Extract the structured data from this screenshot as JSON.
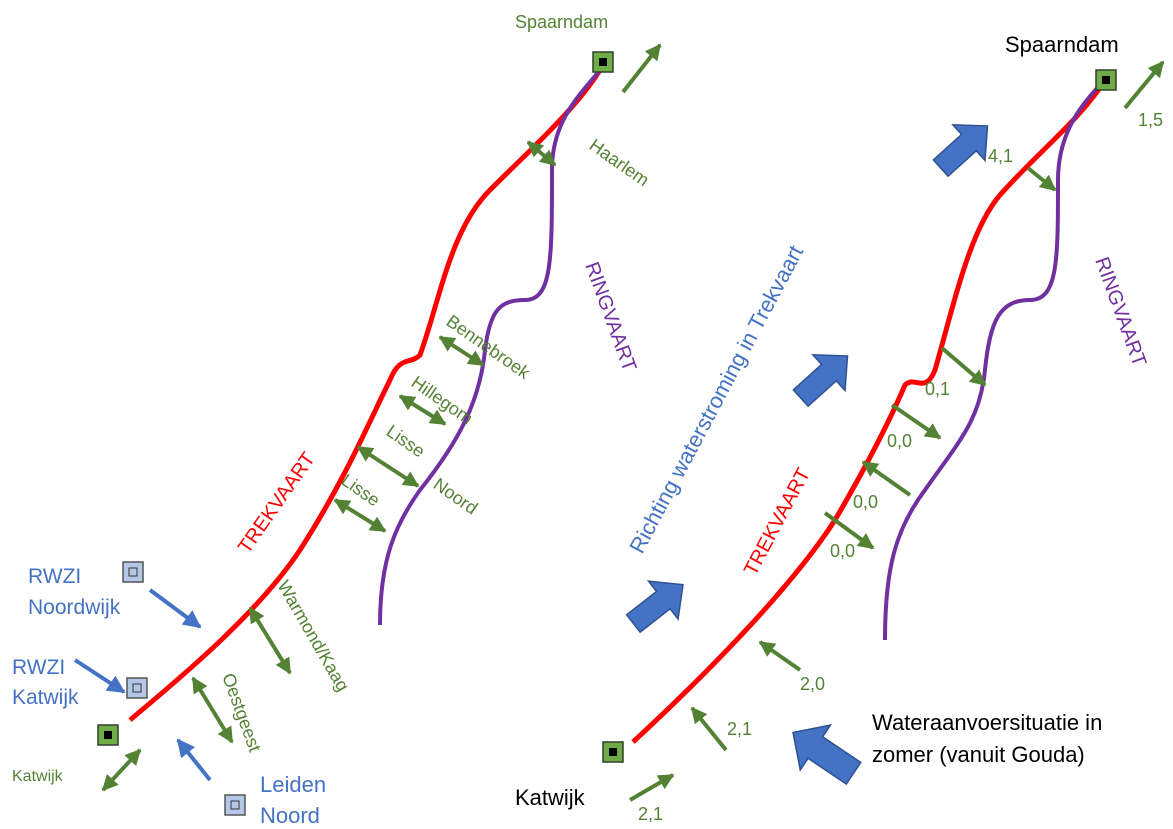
{
  "colors": {
    "trekvaart": "#ff0000",
    "ringvaart": "#7030a0",
    "flow_arrows": "#548235",
    "rwzi_arrows": "#4472c4",
    "direction_arrows": "#4472c4",
    "station_fill": "#70ad47",
    "rwzi_fill": "#b4c7e7"
  },
  "left_map": {
    "trekvaart": "TREKVAART",
    "ringvaart": "RINGVAART",
    "spaarndam": "Spaarndam",
    "haarlem": "Haarlem",
    "bennebroek": "Bennebroek",
    "hillegom": "Hillegom",
    "lisse_noord_1": "Lisse",
    "lisse_noord_2": "Noord",
    "lisse": "Lisse",
    "warmond": "Warmond/Kaag",
    "oestgeest": "Oestgeest",
    "katwijk": "Katwijk",
    "rwzi_noordwijk_1": "RWZI",
    "rwzi_noordwijk_2": "Noordwijk",
    "rwzi_katwijk_1": "RWZI",
    "rwzi_katwijk_2": "Katwijk",
    "leiden_noord_1": "Leiden",
    "leiden_noord_2": "Noord"
  },
  "right_map": {
    "trekvaart": "TREKVAART",
    "ringvaart": "RINGVAART",
    "spaarndam": "Spaarndam",
    "katwijk": "Katwijk",
    "direction": "Richting waterstroming in Trekvaart",
    "supply_1": "Wateraanvoersituatie in",
    "supply_2": "zomer (vanuit Gouda)",
    "flows": {
      "spaarndam_out": "1,5",
      "haarlem": "4,1",
      "bennebroek": "0,1",
      "hillegom": "0,0",
      "lisse_noord": "0,0",
      "lisse": "0,0",
      "warmond": "2,0",
      "oestgeest": "2,1",
      "katwijk": "2,1"
    }
  }
}
